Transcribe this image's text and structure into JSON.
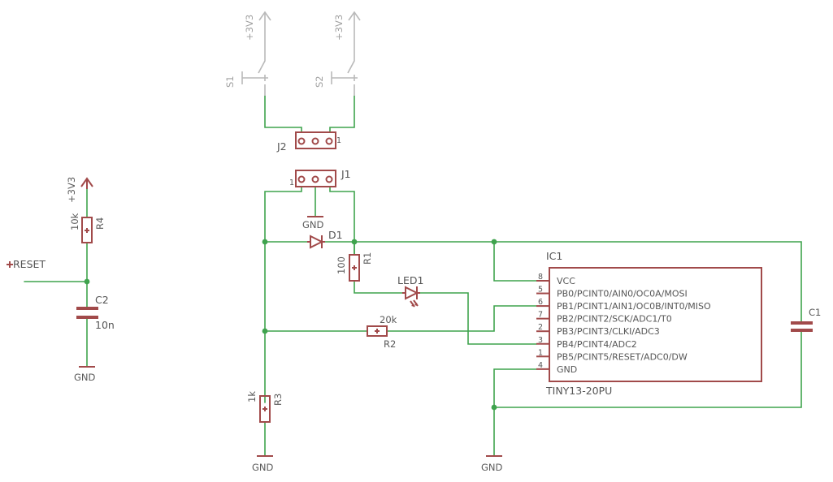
{
  "supply": {
    "vcc": "+3V3",
    "gnd": "GND"
  },
  "net": {
    "reset": "RESET"
  },
  "parts": {
    "s1": {
      "name": "S1"
    },
    "s2": {
      "name": "S2"
    },
    "j1": {
      "name": "J1",
      "pin1": "1"
    },
    "j2": {
      "name": "J2",
      "pin1": "1"
    },
    "d1": {
      "name": "D1"
    },
    "led1": {
      "name": "LED1"
    },
    "r1": {
      "name": "R1",
      "value": "100"
    },
    "r2": {
      "name": "R2",
      "value": "20k"
    },
    "r3": {
      "name": "R3",
      "value": "1k"
    },
    "r4": {
      "name": "R4",
      "value": "10k"
    },
    "c1": {
      "name": "C1"
    },
    "c2": {
      "name": "C2",
      "value": "10n"
    },
    "ic1": {
      "name": "IC1",
      "value": "TINY13-20PU",
      "pins": [
        {
          "num": "8",
          "label": "VCC"
        },
        {
          "num": "5",
          "label": "PB0/PCINT0/AIN0/OC0A/MOSI"
        },
        {
          "num": "6",
          "label": "PB1/PCINT1/AIN1/OC0B/INT0/MISO"
        },
        {
          "num": "7",
          "label": "PB2/PCINT2/SCK/ADC1/T0"
        },
        {
          "num": "2",
          "label": "PB3/PCINT3/CLKI/ADC3"
        },
        {
          "num": "3",
          "label": "PB4/PCINT4/ADC2"
        },
        {
          "num": "1",
          "label": "PB5/PCINT5/RESET/ADC0/DW"
        },
        {
          "num": "4",
          "label": "GND"
        }
      ]
    }
  }
}
